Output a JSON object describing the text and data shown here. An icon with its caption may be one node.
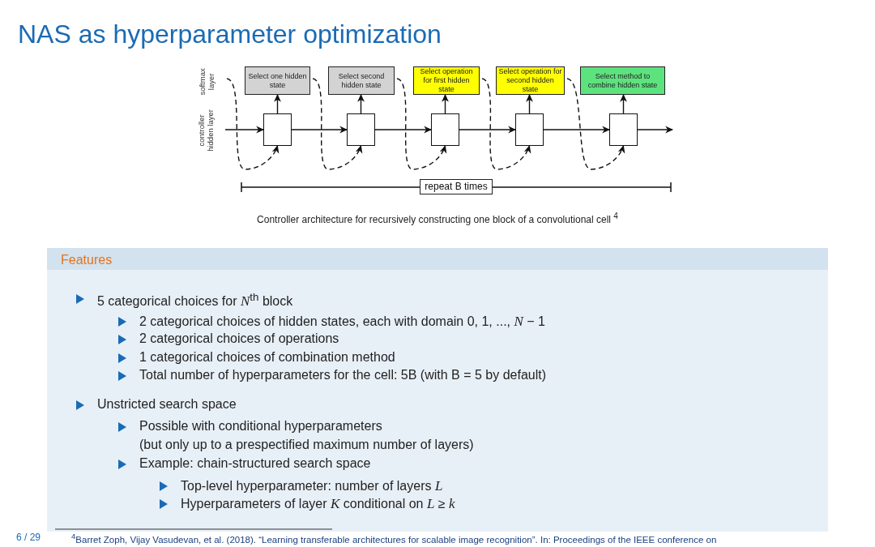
{
  "diagram": {
    "title": "NAS as hyperparameter optimization",
    "caption": "Controller architecture for recursively constructing one block of a convolutional cell $^{4}$",
    "nodes": [
      {
        "text": [
          "Select one hidden state"
        ]
      },
      {
        "text": [
          "Select second hidden state"
        ]
      },
      {
        "text": [
          "Select operation for first hidden state"
        ]
      },
      {
        "text": [
          "Select operation for second hidden state"
        ]
      },
      {
        "text": [
          "Select method to combine hidden state"
        ]
      },
      {
        "text": [],
        "shape": "box"
      },
      {
        "text": [],
        "shape": "box"
      },
      {
        "text": [],
        "shape": "box"
      },
      {
        "text": [],
        "shape": "box"
      },
      {
        "text": [],
        "shape": "box"
      }
    ],
    "edges": [
      {
        "from": 5,
        "to": 0,
        "arrow": "to"
      },
      {
        "from": 6,
        "to": 1,
        "arrow": "to"
      },
      {
        "from": 7,
        "to": 2,
        "arrow": "to"
      },
      {
        "from": 8,
        "to": 3,
        "arrow": "to"
      },
      {
        "from": 9,
        "to": 4,
        "arrow": "to"
      },
      {
        "from": null,
        "to": 5,
        "arrow": "to"
      },
      {
        "from": 5,
        "to": 6,
        "arrow": "to"
      },
      {
        "from": 6,
        "to": 7,
        "arrow": "to"
      },
      {
        "from": 7,
        "to": 8,
        "arrow": "to"
      },
      {
        "from": 8,
        "to": 9,
        "arrow": "to"
      },
      {
        "from": 9,
        "to": null,
        "arrow": "to"
      },
      {
        "from": null,
        "to": 5,
        "arrow": "to",
        "style": "dashed"
      },
      {
        "from": 0,
        "to": 6,
        "arrow": "to",
        "style": "dashed"
      },
      {
        "from": 1,
        "to": 7,
        "arrow": "to",
        "style": "dashed"
      },
      {
        "from": 2,
        "to": 8,
        "arrow": "to",
        "style": "dashed"
      },
      {
        "from": 3,
        "to": 9,
        "arrow": "to",
        "style": "dashed"
      }
    ],
    "labels": [
      "softmax layer",
      "controller hidden layer",
      "repeat B times",
      "Features",
      "5 categorical choices for *N*$^{th}$ block",
      "2 categorical choices of hidden states, each with domain 0, 1, ..., *N* − 1",
      "2 categorical choices of operations",
      "1 categorical choices of combination method",
      "Total number of hyperparameters for the cell: 5B (with B = 5 by default)",
      "Unstricted search space",
      "Possible with conditional hyperparameters",
      "(but only up to a prespectified maximum number of layers)",
      "Example: chain-structured search space",
      "Top-level hyperparameter: number of layers *L*",
      "Hyperparameters of layer *K* conditional on *L* ≥ *k*",
      "6 / 29",
      "$^{4}$Barret Zoph, Vijay Vasudevan, et al. (2018). “Learning transferable architectures for scalable image recognition”. In: Proceedings of the IEEE conference on"
    ]
  }
}
